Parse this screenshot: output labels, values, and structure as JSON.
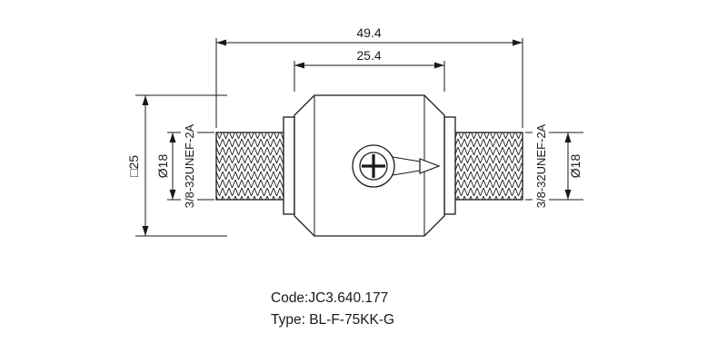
{
  "dimensions": {
    "overall_length": "49.4",
    "body_length": "25.4",
    "body_across_flats": "□25",
    "left_thread_diameter": "Ø18",
    "right_thread_diameter": "Ø18",
    "left_thread_spec": "3/8-32UNEF-2A",
    "right_thread_spec": "3/8-32UNEF-2A"
  },
  "footer": {
    "code": "Code:JC3.640.177",
    "type": "Type: BL-F-75KK-G"
  },
  "colors": {
    "line": "#1a1a1a",
    "background": "#ffffff"
  }
}
